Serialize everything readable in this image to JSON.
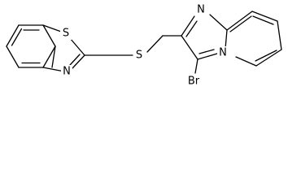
{
  "molecule": {
    "atoms": {
      "S_ring": "S",
      "N_ring": "N",
      "S_link": "S",
      "N_top": "N",
      "N_bridge": "N",
      "Br": "Br"
    }
  }
}
